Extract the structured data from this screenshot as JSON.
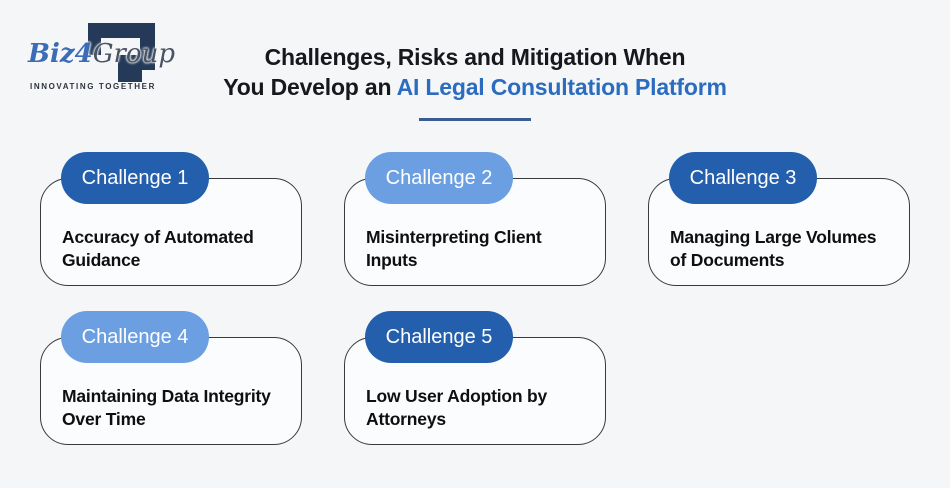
{
  "page": {
    "background_color": "#f5f6f8"
  },
  "logo": {
    "word_part1": "Biz",
    "word_part2": "4",
    "word_part3": "Group",
    "tagline": "INNOVATING TOGETHER",
    "mark_icon": "square-spiral-bracket-icon",
    "colors": {
      "navy": "#243a58",
      "blue": "#3a6db6",
      "gray": "#4b5263"
    }
  },
  "header": {
    "title_line1": "Challenges, Risks and Mitigation When",
    "title_line2_prefix": "You Develop an ",
    "title_line2_highlight": "AI Legal Consultation Platform",
    "highlight_color": "#2b6cc0",
    "divider_color": "#3a5c90"
  },
  "cards": [
    {
      "label": "Challenge 1",
      "pill_color": "#235fac",
      "title_line1": "Accuracy of Automated",
      "title_line2": "Guidance"
    },
    {
      "label": "Challenge 2",
      "pill_color": "#6b9fe2",
      "title_line1": "Misinterpreting Client",
      "title_line2": "Inputs"
    },
    {
      "label": "Challenge 3",
      "pill_color": "#235fac",
      "title_line1": "Managing Large Volumes",
      "title_line2": "of Documents"
    },
    {
      "label": "Challenge 4",
      "pill_color": "#6b9fe2",
      "title_line1": "Maintaining Data Integrity",
      "title_line2": "Over Time"
    },
    {
      "label": "Challenge 5",
      "pill_color": "#235fac",
      "title_line1": "Low User Adoption by",
      "title_line2": "Attorneys"
    }
  ]
}
